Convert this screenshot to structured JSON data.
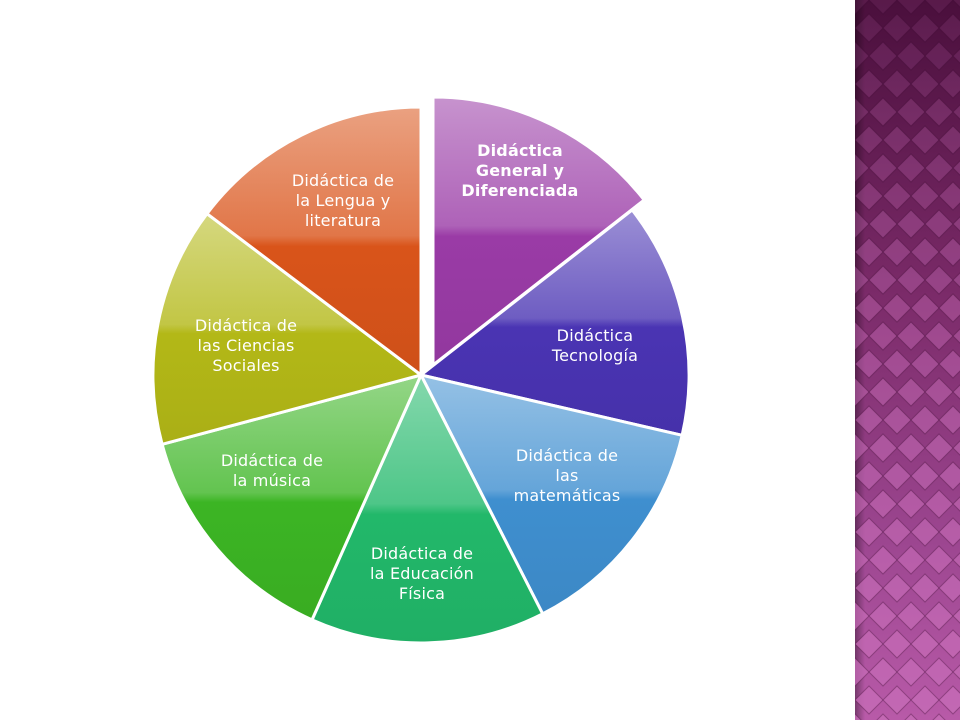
{
  "diagram": {
    "type": "exploded-pie-cycle",
    "segments": [
      {
        "id": "general",
        "lines": [
          "Didáctica",
          "General  y",
          "Diferenciada"
        ],
        "color": "#9a3ba6",
        "exploded": true
      },
      {
        "id": "tecnologia",
        "lines": [
          "Didáctica",
          "Tecnología"
        ],
        "color": "#4a34b3"
      },
      {
        "id": "matematicas",
        "lines": [
          "Didáctica de",
          "las",
          "matemáticas"
        ],
        "color": "#3f8fcf"
      },
      {
        "id": "educacion-fisica",
        "lines": [
          "Didáctica  de",
          "la Educación",
          "Física"
        ],
        "color": "#22b86a"
      },
      {
        "id": "musica",
        "lines": [
          "Didáctica de",
          "la música"
        ],
        "color": "#3cb524"
      },
      {
        "id": "ciencias-sociales",
        "lines": [
          "Didáctica de",
          "las Ciencias",
          "Sociales"
        ],
        "color": "#b3b817"
      },
      {
        "id": "lengua",
        "lines": [
          "Didáctica de",
          "la Lengua y",
          "literatura"
        ],
        "color": "#d9541a"
      }
    ]
  },
  "theme": {
    "side_panel_color": "#8e3a80",
    "diamond_color": "#c56bb6"
  }
}
